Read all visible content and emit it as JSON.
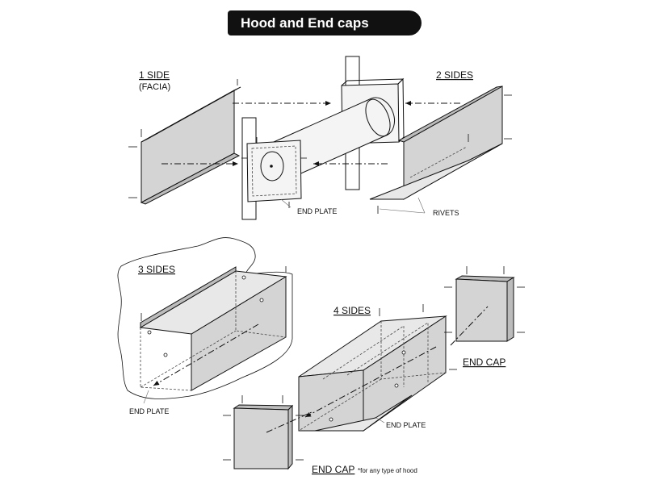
{
  "title": "Hood and End caps",
  "labels": {
    "one_side": "1 SIDE",
    "one_side_sub": "(FACIA)",
    "two_sides": "2 SIDES",
    "end_plate_top": "END PLATE",
    "rivets": "RIVETS",
    "three_sides": "3 SIDES",
    "end_plate_left": "END PLATE",
    "four_sides": "4 SIDES",
    "end_cap_right": "END CAP",
    "end_plate_bottom": "END PLATE",
    "end_cap_bottom": "END CAP",
    "end_cap_note": "*for any type of hood"
  }
}
